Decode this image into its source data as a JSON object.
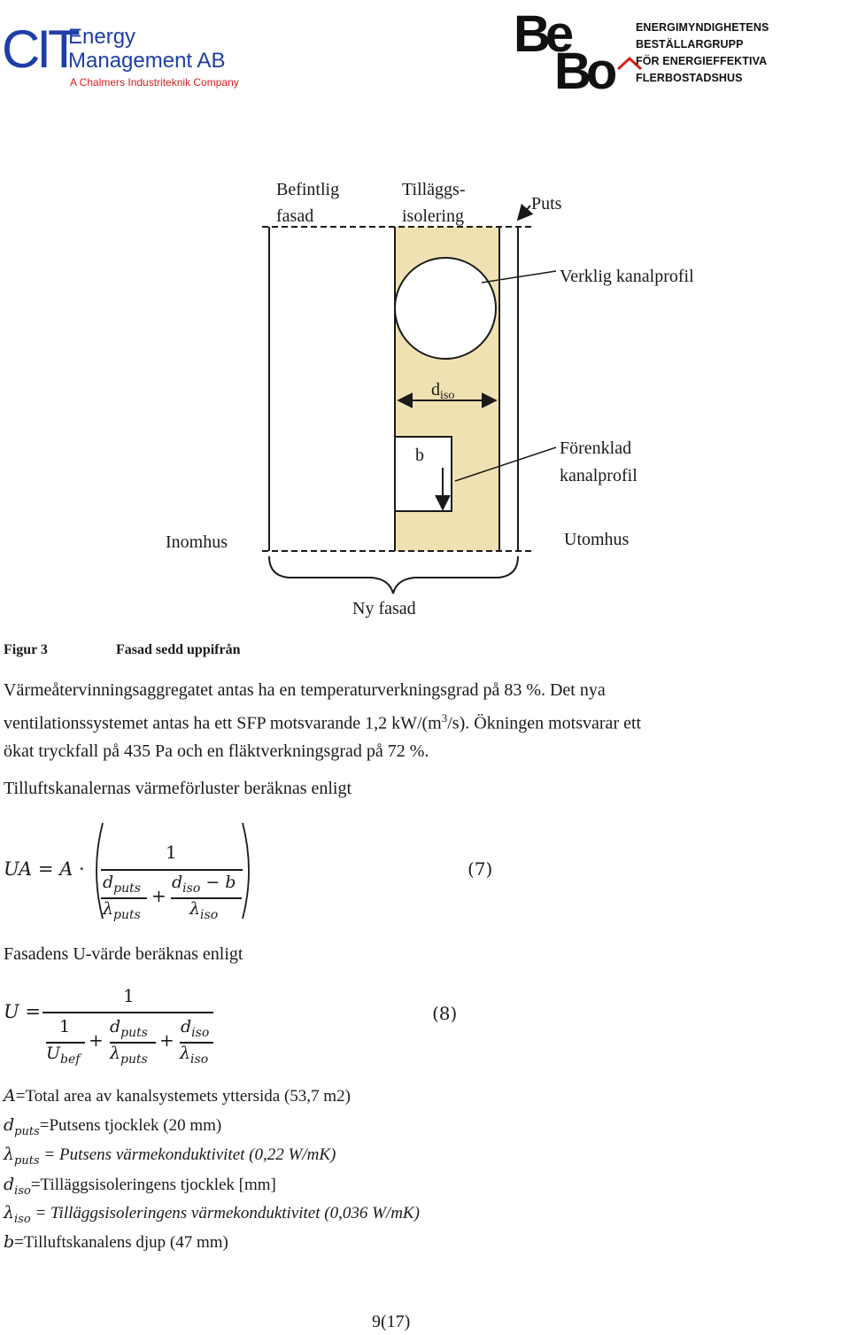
{
  "header": {
    "cit_logo": {
      "mark": "CIT",
      "line1": "Energy",
      "line2": "Management AB",
      "tagline": "A Chalmers Industriteknik Company",
      "brand_color": "#1e3ea8",
      "tagline_color": "#d81e1e"
    },
    "bebo_logo": {
      "mark": "BeBo",
      "org_line1": "ENERGIMYNDIGHETENS BESTÄLLARGRUPP",
      "org_line2": "FÖR ENERGIEFFEKTIVA FLERBOSTADSHUS",
      "accent_color": "#d81e1e"
    }
  },
  "figure": {
    "labels": {
      "existing_facade_1": "Befintlig",
      "existing_facade_2": "fasad",
      "insulation_1": "Tilläggs-",
      "insulation_2": "isolering",
      "render": "Puts",
      "real_duct": "Verklig kanalprofil",
      "d_iso_main": "d",
      "d_iso_sub": "iso",
      "b": "b",
      "simple_duct_1": "Förenklad",
      "simple_duct_2": "kanalprofil",
      "indoors": "Inomhus",
      "outdoors": "Utomhus",
      "new_facade": "Ny fasad"
    },
    "insulation_color": "#f0e1b2"
  },
  "caption": {
    "number": "Figur 3",
    "text": "Fasad sedd uppifrån"
  },
  "paragraphs": {
    "p1_a": "Värmeåtervinningsaggregatet antas ha en temperaturverkningsgrad på 83 %. Det nya",
    "p1_b": "ventilationssystemet antas ha ett SFP motsvarande 1,2 kW/(m",
    "p1_b_sup": "3",
    "p1_b_end": "/s). Ökningen motsvarar ett",
    "p1_c": "ökat tryckfall på 435 Pa och en fläktverkningsgrad på 72 %.",
    "p2": "Tilluftskanalernas värmeförluster beräknas enligt",
    "p3": "Fasadens U-värde beräknas enligt"
  },
  "equations": {
    "eq7_number": "(7)",
    "eq8_number": "(8)"
  },
  "definitions": [
    {
      "symbol": "A",
      "sub": "",
      "text": "=Total area av kanalsystemets yttersida (53,7 m2)",
      "italic": false
    },
    {
      "symbol": "d",
      "sub": "puts",
      "text": "=Putsens tjocklek (20 mm)",
      "italic": false
    },
    {
      "symbol": "λ",
      "sub": "puts",
      "text": " = Putsens värmekonduktivitet (0,22 W/mK)",
      "italic": true
    },
    {
      "symbol": "d",
      "sub": "iso",
      "text": "=Tilläggsisoleringens tjocklek [mm]",
      "italic": false
    },
    {
      "symbol": "λ",
      "sub": "iso",
      "text": " = Tilläggsisoleringens värmekonduktivitet (0,036 W/mK)",
      "italic": true
    },
    {
      "symbol": "b",
      "sub": "",
      "text": "=Tilluftskanalens djup (47 mm)",
      "italic": false
    }
  ],
  "footer": {
    "page_number": "9(17)"
  }
}
